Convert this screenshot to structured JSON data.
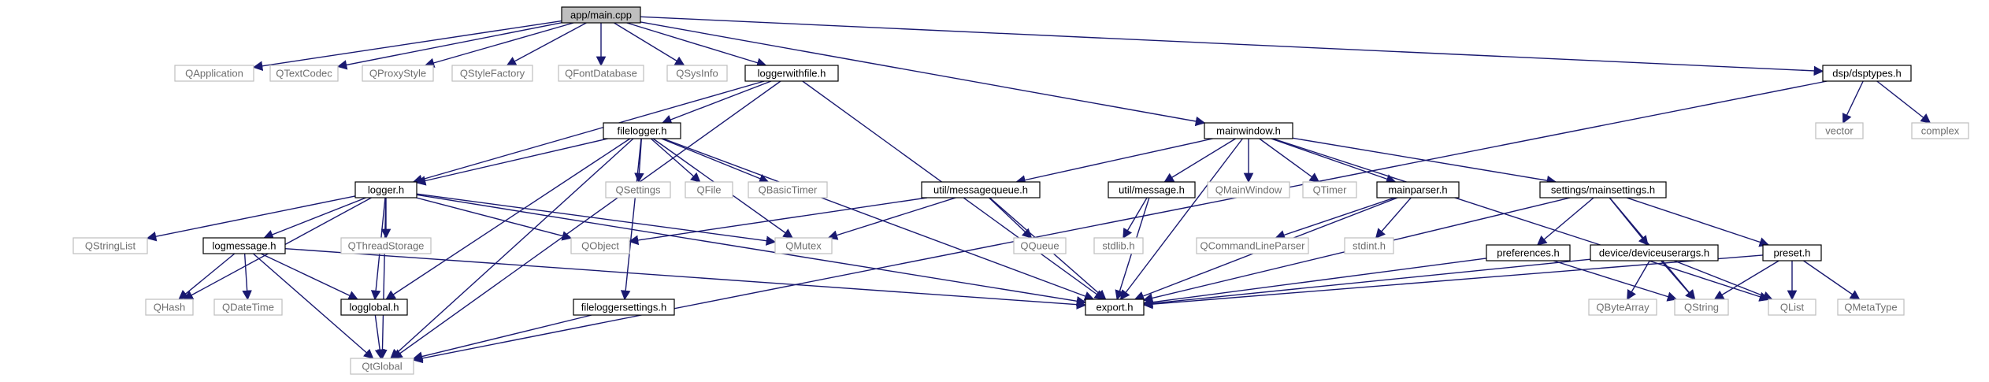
{
  "colors": {
    "root_fill": "#bfbfbf",
    "linked_stroke": "#000000",
    "external_stroke": "#bfbfbf",
    "linked_text": "#000000",
    "external_text": "#6e6e6e",
    "edge": "#191970"
  },
  "nodes": [
    {
      "id": "main_cpp",
      "label": "app/main.cpp",
      "kind": "root"
    },
    {
      "id": "QApplication",
      "label": "QApplication",
      "kind": "external"
    },
    {
      "id": "QTextCodec",
      "label": "QTextCodec",
      "kind": "external"
    },
    {
      "id": "QProxyStyle",
      "label": "QProxyStyle",
      "kind": "external"
    },
    {
      "id": "QStyleFactory",
      "label": "QStyleFactory",
      "kind": "external"
    },
    {
      "id": "QFontDatabase",
      "label": "QFontDatabase",
      "kind": "external"
    },
    {
      "id": "QSysInfo",
      "label": "QSysInfo",
      "kind": "external"
    },
    {
      "id": "loggerwithfile",
      "label": "loggerwithfile.h",
      "kind": "linked"
    },
    {
      "id": "dsptypes",
      "label": "dsp/dsptypes.h",
      "kind": "linked"
    },
    {
      "id": "vector",
      "label": "vector",
      "kind": "external"
    },
    {
      "id": "complex",
      "label": "complex",
      "kind": "external"
    },
    {
      "id": "filelogger",
      "label": "filelogger.h",
      "kind": "linked"
    },
    {
      "id": "mainwindow",
      "label": "mainwindow.h",
      "kind": "linked"
    },
    {
      "id": "QSettings",
      "label": "QSettings",
      "kind": "external"
    },
    {
      "id": "QFile",
      "label": "QFile",
      "kind": "external"
    },
    {
      "id": "QBasicTimer",
      "label": "QBasicTimer",
      "kind": "external"
    },
    {
      "id": "logger",
      "label": "logger.h",
      "kind": "linked"
    },
    {
      "id": "messagequeue",
      "label": "util/messagequeue.h",
      "kind": "linked"
    },
    {
      "id": "message",
      "label": "util/message.h",
      "kind": "linked"
    },
    {
      "id": "QMainWindow",
      "label": "QMainWindow",
      "kind": "external"
    },
    {
      "id": "QTimer",
      "label": "QTimer",
      "kind": "external"
    },
    {
      "id": "mainparser",
      "label": "mainparser.h",
      "kind": "linked"
    },
    {
      "id": "mainsettings",
      "label": "settings/mainsettings.h",
      "kind": "linked"
    },
    {
      "id": "QStringList",
      "label": "QStringList",
      "kind": "external"
    },
    {
      "id": "logmessage",
      "label": "logmessage.h",
      "kind": "linked"
    },
    {
      "id": "QThreadStorage",
      "label": "QThreadStorage",
      "kind": "external"
    },
    {
      "id": "QObject",
      "label": "QObject",
      "kind": "external"
    },
    {
      "id": "QMutex",
      "label": "QMutex",
      "kind": "external"
    },
    {
      "id": "QQueue",
      "label": "QQueue",
      "kind": "external"
    },
    {
      "id": "stdlib",
      "label": "stdlib.h",
      "kind": "external"
    },
    {
      "id": "QCommandLineParser",
      "label": "QCommandLineParser",
      "kind": "external"
    },
    {
      "id": "stdint",
      "label": "stdint.h",
      "kind": "external"
    },
    {
      "id": "preferences",
      "label": "preferences.h",
      "kind": "linked"
    },
    {
      "id": "deviceuserargs",
      "label": "device/deviceuserargs.h",
      "kind": "linked"
    },
    {
      "id": "preset",
      "label": "preset.h",
      "kind": "linked"
    },
    {
      "id": "QHash",
      "label": "QHash",
      "kind": "external"
    },
    {
      "id": "QDateTime",
      "label": "QDateTime",
      "kind": "external"
    },
    {
      "id": "logglobal",
      "label": "logglobal.h",
      "kind": "linked"
    },
    {
      "id": "fileloggersettings",
      "label": "fileloggersettings.h",
      "kind": "linked"
    },
    {
      "id": "export",
      "label": "export.h",
      "kind": "linked"
    },
    {
      "id": "QByteArray",
      "label": "QByteArray",
      "kind": "external"
    },
    {
      "id": "QString",
      "label": "QString",
      "kind": "external"
    },
    {
      "id": "QList",
      "label": "QList",
      "kind": "external"
    },
    {
      "id": "QMetaType",
      "label": "QMetaType",
      "kind": "external"
    },
    {
      "id": "QtGlobal",
      "label": "QtGlobal",
      "kind": "external"
    }
  ],
  "edges": [
    [
      "main_cpp",
      "QApplication"
    ],
    [
      "main_cpp",
      "QTextCodec"
    ],
    [
      "main_cpp",
      "QProxyStyle"
    ],
    [
      "main_cpp",
      "QStyleFactory"
    ],
    [
      "main_cpp",
      "QFontDatabase"
    ],
    [
      "main_cpp",
      "QSysInfo"
    ],
    [
      "main_cpp",
      "loggerwithfile"
    ],
    [
      "main_cpp",
      "mainwindow"
    ],
    [
      "main_cpp",
      "dsptypes"
    ],
    [
      "dsptypes",
      "vector"
    ],
    [
      "dsptypes",
      "complex"
    ],
    [
      "dsptypes",
      "QtGlobal"
    ],
    [
      "loggerwithfile",
      "filelogger"
    ],
    [
      "loggerwithfile",
      "logger"
    ],
    [
      "loggerwithfile",
      "export"
    ],
    [
      "loggerwithfile",
      "QtGlobal"
    ],
    [
      "filelogger",
      "QSettings"
    ],
    [
      "filelogger",
      "QFile"
    ],
    [
      "filelogger",
      "QBasicTimer"
    ],
    [
      "filelogger",
      "logger"
    ],
    [
      "filelogger",
      "QMutex"
    ],
    [
      "filelogger",
      "logglobal"
    ],
    [
      "filelogger",
      "QtGlobal"
    ],
    [
      "filelogger",
      "fileloggersettings"
    ],
    [
      "filelogger",
      "export"
    ],
    [
      "logger",
      "QStringList"
    ],
    [
      "logger",
      "QHash"
    ],
    [
      "logger",
      "logmessage"
    ],
    [
      "logger",
      "logglobal"
    ],
    [
      "logger",
      "QThreadStorage"
    ],
    [
      "logger",
      "QObject"
    ],
    [
      "logger",
      "QMutex"
    ],
    [
      "logger",
      "export"
    ],
    [
      "logger",
      "QtGlobal"
    ],
    [
      "logmessage",
      "QHash"
    ],
    [
      "logmessage",
      "QDateTime"
    ],
    [
      "logmessage",
      "logglobal"
    ],
    [
      "logmessage",
      "QtGlobal"
    ],
    [
      "logmessage",
      "export"
    ],
    [
      "logglobal",
      "QtGlobal"
    ],
    [
      "fileloggersettings",
      "QtGlobal"
    ],
    [
      "mainwindow",
      "messagequeue"
    ],
    [
      "mainwindow",
      "message"
    ],
    [
      "mainwindow",
      "QMainWindow"
    ],
    [
      "mainwindow",
      "QTimer"
    ],
    [
      "mainwindow",
      "mainparser"
    ],
    [
      "mainwindow",
      "mainsettings"
    ],
    [
      "mainwindow",
      "export"
    ],
    [
      "mainwindow",
      "QList"
    ],
    [
      "messagequeue",
      "QObject"
    ],
    [
      "messagequeue",
      "QMutex"
    ],
    [
      "messagequeue",
      "QQueue"
    ],
    [
      "messagequeue",
      "export"
    ],
    [
      "message",
      "stdlib"
    ],
    [
      "message",
      "export"
    ],
    [
      "mainparser",
      "QCommandLineParser"
    ],
    [
      "mainparser",
      "stdint"
    ],
    [
      "mainparser",
      "export"
    ],
    [
      "mainsettings",
      "preferences"
    ],
    [
      "mainsettings",
      "deviceuserargs"
    ],
    [
      "mainsettings",
      "preset"
    ],
    [
      "mainsettings",
      "QString"
    ],
    [
      "mainsettings",
      "export"
    ],
    [
      "preferences",
      "QString"
    ],
    [
      "preferences",
      "export"
    ],
    [
      "deviceuserargs",
      "QByteArray"
    ],
    [
      "deviceuserargs",
      "QString"
    ],
    [
      "deviceuserargs",
      "QList"
    ],
    [
      "deviceuserargs",
      "export"
    ],
    [
      "preset",
      "QString"
    ],
    [
      "preset",
      "QList"
    ],
    [
      "preset",
      "QMetaType"
    ],
    [
      "preset",
      "export"
    ]
  ]
}
